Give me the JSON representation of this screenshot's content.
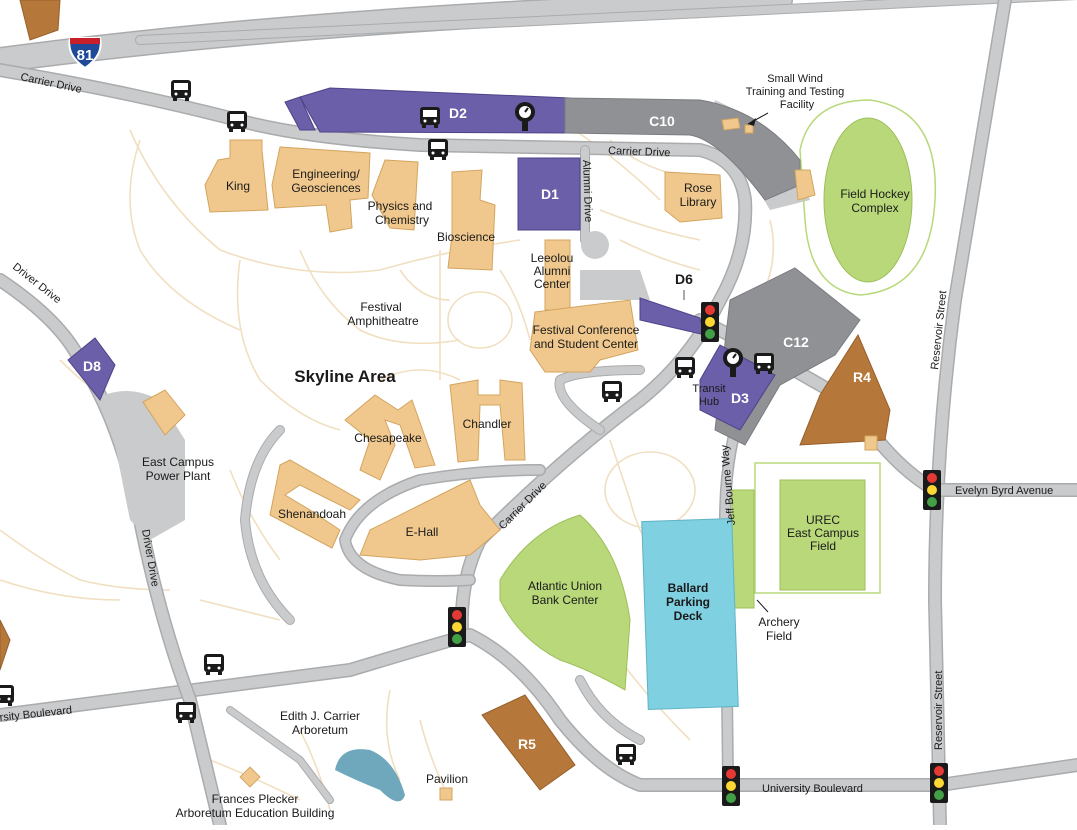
{
  "map": {
    "area_title": "Skyline Area",
    "highway_shield": "81",
    "roads": {
      "carrier_drive_nw": "Carrier Drive",
      "carrier_drive_n": "Carrier Drive",
      "carrier_drive_s": "Carrier Drive",
      "driver_drive_n": "Driver Drive",
      "driver_drive_s": "Driver Drive",
      "alumni_drive": "Alumni Drive",
      "reservoir_street_n": "Reservoir Street",
      "reservoir_street_s": "Reservoir Street",
      "evelyn_byrd": "Evelyn Byrd Avenue",
      "university_blvd_w": "rsity Boulevard",
      "university_blvd_e": "University Boulevard",
      "jeff_bourne": "Jeff Bourne Way"
    },
    "buildings": {
      "king": "King",
      "engineering": [
        "Engineering/",
        "Geosciences"
      ],
      "physics": [
        "Physics and",
        "Chemistry"
      ],
      "bioscience": "Bioscience",
      "rose": [
        "Rose",
        "Library"
      ],
      "leeolou": [
        "Leeolou",
        "Alumni",
        "Center"
      ],
      "festival": [
        "Festival Conference",
        "and Student Center"
      ],
      "amphitheatre": [
        "Festival",
        "Amphitheatre"
      ],
      "chesapeake": "Chesapeake",
      "chandler": "Chandler",
      "shenandoah": "Shenandoah",
      "ehall": "E-Hall",
      "power_plant": [
        "East Campus",
        "Power Plant"
      ],
      "wind": [
        "Small Wind",
        "Training and Testing",
        "Facility"
      ],
      "field_hockey": [
        "Field Hockey",
        "Complex"
      ],
      "urec": [
        "UREC",
        "East Campus",
        "Field"
      ],
      "archery": [
        "Archery",
        "Field"
      ],
      "aubc": [
        "Atlantic Union",
        "Bank Center"
      ],
      "ballard": [
        "Ballard",
        "Parking",
        "Deck"
      ],
      "arboretum": [
        "Edith J. Carrier",
        "Arboretum"
      ],
      "plecker": [
        "Frances Plecker",
        "Arboretum Education Building"
      ],
      "pavilion": "Pavilion",
      "transit_hub": [
        "Transit",
        "Hub"
      ]
    },
    "lots": {
      "d1": "D1",
      "d2": "D2",
      "d3": "D3",
      "d6": "D6",
      "d8": "D8",
      "c10": "C10",
      "c12": "C12",
      "r4": "R4",
      "r5": "R5"
    },
    "colors": {
      "faculty_lot": "#6a5fa8",
      "commuter_lot": "#8f9194",
      "resident_lot": "#b5773a",
      "building": "#f0c88d",
      "green_space": "#b9d87a",
      "parking_deck": "#7fd0e0",
      "road": "#c9cbcd",
      "water": "#6fa8bd"
    },
    "icons": [
      "bus-icon",
      "parking-meter-icon",
      "traffic-light-icon",
      "interstate-shield-icon"
    ]
  }
}
